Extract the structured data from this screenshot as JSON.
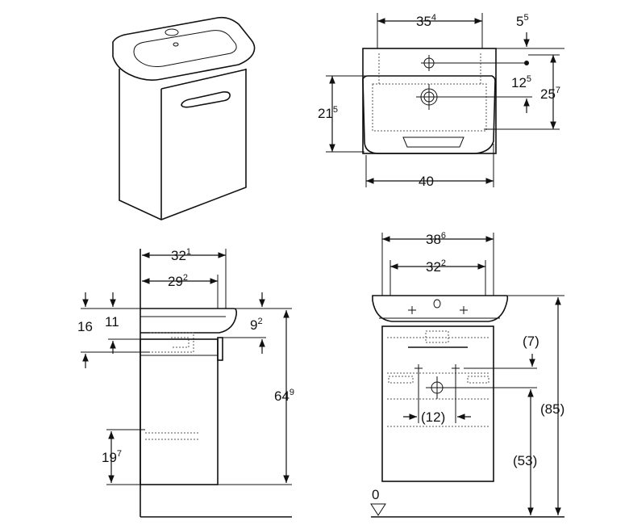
{
  "dims": {
    "top_width": {
      "main": "35",
      "sup": "4"
    },
    "top_offset": {
      "main": "5",
      "sup": "5"
    },
    "top_tap_depth": {
      "main": "12",
      "sup": "5"
    },
    "top_depth": {
      "main": "25",
      "sup": "7"
    },
    "top_bowl_depth": {
      "main": "21",
      "sup": "5"
    },
    "top_basin_width": {
      "main": "40",
      "sup": ""
    },
    "side_outer": {
      "main": "32",
      "sup": "1"
    },
    "side_inner": {
      "main": "29",
      "sup": "2"
    },
    "side_16": {
      "main": "16",
      "sup": ""
    },
    "side_11": {
      "main": "11",
      "sup": ""
    },
    "side_9": {
      "main": "9",
      "sup": "2"
    },
    "side_64": {
      "main": "64",
      "sup": "9"
    },
    "side_19": {
      "main": "19",
      "sup": "7"
    },
    "front_outer": {
      "main": "38",
      "sup": "6"
    },
    "front_inner": {
      "main": "32",
      "sup": "2"
    },
    "front_7": {
      "main": "(7)",
      "sup": ""
    },
    "front_85": {
      "main": "(85)",
      "sup": ""
    },
    "front_53": {
      "main": "(53)",
      "sup": ""
    },
    "front_12": {
      "main": "(12)",
      "sup": ""
    },
    "floor_zero": {
      "main": "0",
      "sup": ""
    }
  }
}
